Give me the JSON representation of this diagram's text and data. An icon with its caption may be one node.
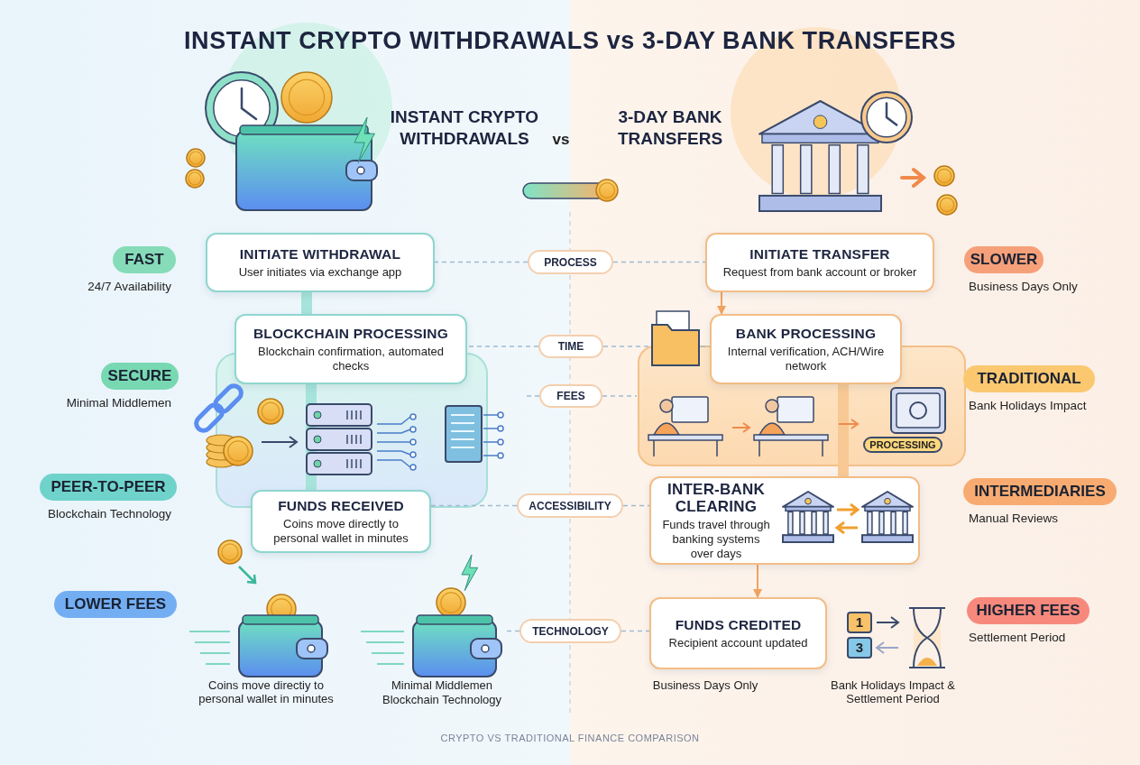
{
  "diagram": {
    "title": "INSTANT CRYPTO WITHDRAWALS vs 3-DAY BANK TRANSFERS",
    "caption": "CRYPTO VS TRADITIONAL FINANCE COMPARISON",
    "nodes": [
      {
        "text": [
          "INITIATE WITHDRAWAL",
          "User initiates via exchange app"
        ]
      },
      {
        "text": [
          "BLOCKCHAIN PROCESSING",
          "Blockchain confirmation, automated checks"
        ]
      },
      {
        "text": [
          "FUNDS RECEIVED",
          "Coins move directly to personal wallet in minutes"
        ]
      },
      {
        "text": [
          "INITIATE TRANSFER",
          "Request from bank account or broker"
        ]
      },
      {
        "text": [
          "BANK PROCESSING",
          "Internal verification, ACH/Wire network"
        ]
      },
      {
        "text": [
          "INTER-BANK CLEARING",
          "Funds travel through banking systems over days"
        ]
      },
      {
        "text": [
          "FUNDS CREDITED",
          "Recipient account updated"
        ]
      },
      {
        "text": [
          "PROCESS"
        ]
      },
      {
        "text": [
          "TIME"
        ]
      },
      {
        "text": [
          "FEES"
        ]
      },
      {
        "text": [
          "ACCESSIBILITY"
        ]
      },
      {
        "text": [
          "TECHNOLOGY"
        ]
      },
      {
        "text": [
          "FAST"
        ],
        "beside": [
          "24/7 Availability"
        ]
      },
      {
        "text": [
          "SECURE"
        ],
        "beside": [
          "Minimal Middlemen"
        ]
      },
      {
        "text": [
          "PEER-TO-PEER"
        ],
        "beside": [
          "Blockchain Technology"
        ]
      },
      {
        "text": [
          "LOWER FEES"
        ]
      },
      {
        "text": [
          "SLOWER"
        ],
        "beside": [
          "Business Days Only"
        ]
      },
      {
        "text": [
          "TRADITIONAL"
        ],
        "beside": [
          "Bank Holidays Impact"
        ]
      },
      {
        "text": [
          "INTERMEDIARIES"
        ],
        "beside": [
          "Manual Reviews"
        ]
      },
      {
        "text": [
          "HIGHER FEES"
        ],
        "beside": [
          "Settlement Period"
        ]
      }
    ],
    "edges": [
      {
        "from": 0,
        "to": 1,
        "arrow": "none",
        "style": "thick",
        "color": "#a6e3da"
      },
      {
        "from": 1,
        "to": 2,
        "arrow": "none",
        "style": "thick",
        "color": "#a6e3da"
      },
      {
        "from": 3,
        "to": 4,
        "arrow": "to",
        "color": "#f0a35e"
      },
      {
        "from": 4,
        "to": 5,
        "arrow": "none",
        "style": "thick",
        "color": "#f8c994"
      },
      {
        "from": 5,
        "to": 6,
        "arrow": "to",
        "color": "#f0a35e"
      },
      {
        "from": 7,
        "to": 0,
        "arrow": "none",
        "style": "dashed"
      },
      {
        "from": 7,
        "to": 3,
        "arrow": "none",
        "style": "dashed"
      },
      {
        "from": 8,
        "to": 1,
        "arrow": "none",
        "style": "dashed"
      },
      {
        "from": 8,
        "to": 4,
        "arrow": "none",
        "style": "dashed"
      },
      {
        "from": 9,
        "to": null,
        "arrow": "none",
        "style": "dashed"
      },
      {
        "from": 9,
        "to": null,
        "arrow": "none",
        "style": "dashed"
      },
      {
        "from": 10,
        "to": 2,
        "arrow": "none",
        "style": "dashed"
      },
      {
        "from": 10,
        "to": 5,
        "arrow": "none",
        "style": "dashed"
      },
      {
        "from": 11,
        "to": null,
        "arrow": "none",
        "style": "dashed"
      },
      {
        "from": 11,
        "to": 6,
        "arrow": "none",
        "style": "dashed"
      }
    ],
    "labels": [
      "INSTANT CRYPTO WITHDRAWALS",
      "vs",
      "3-DAY BANK TRANSFERS",
      "PROCESSING",
      "1",
      "3",
      "Coins move directiy to personal wallet in minutes",
      "Minimal Middlemen",
      "Blockchain Technology",
      "Business Days Only",
      "Bank Holidays Impact & Settlement Period"
    ]
  }
}
